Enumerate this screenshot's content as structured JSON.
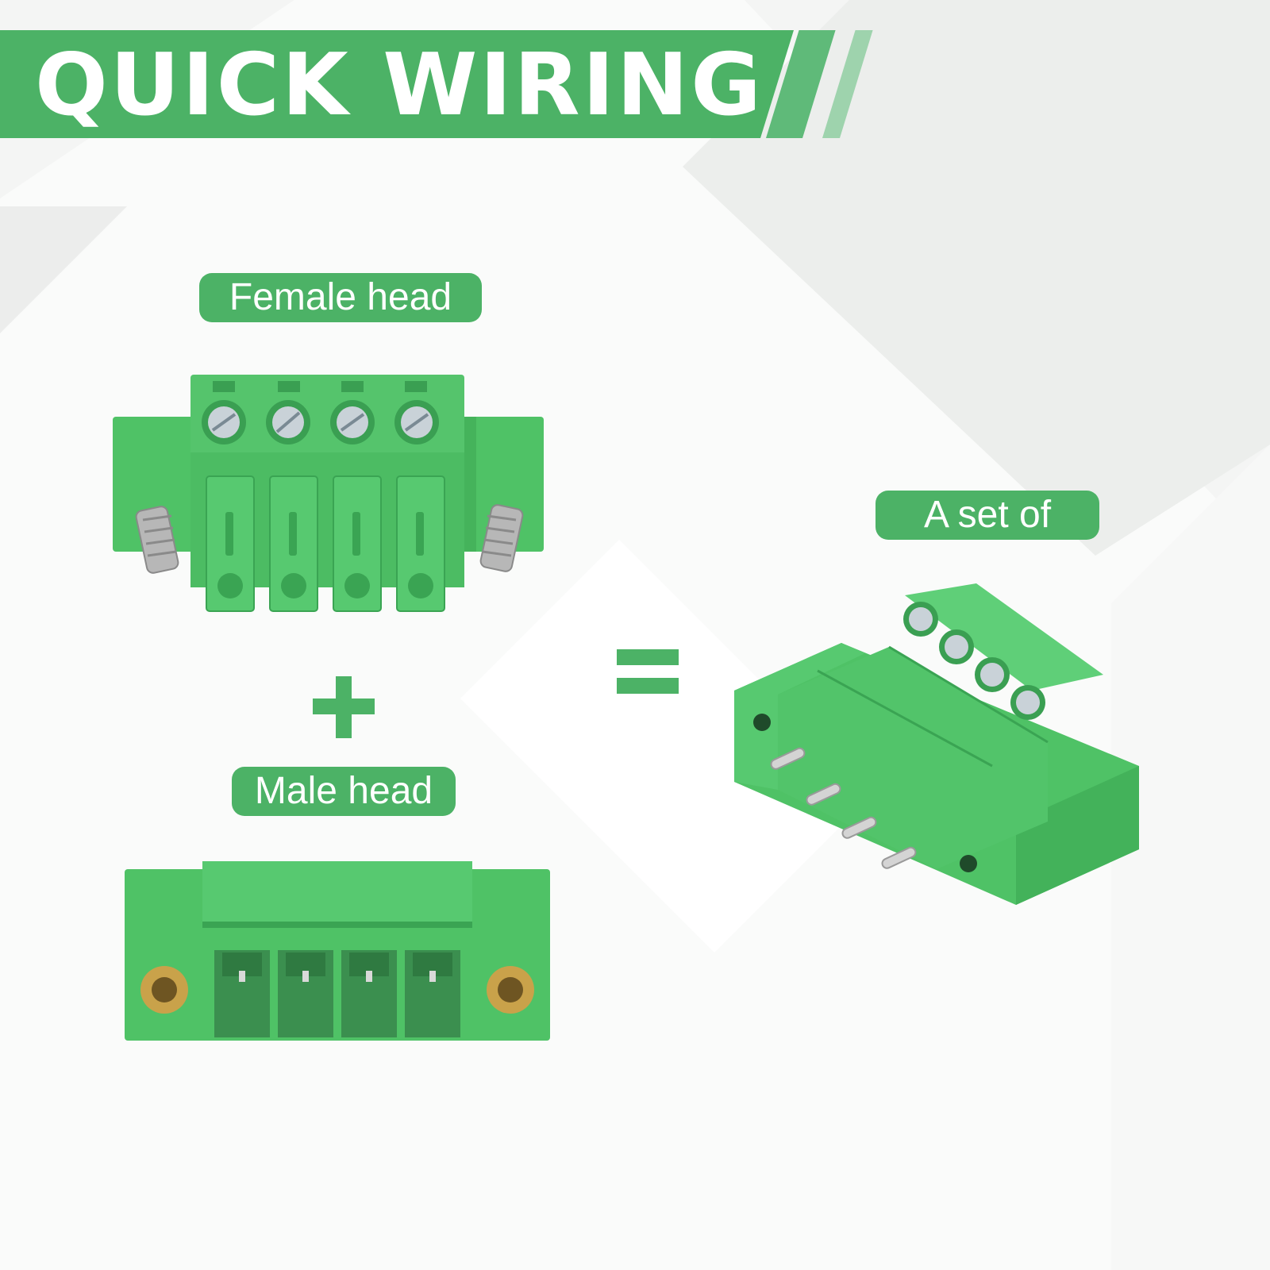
{
  "banner": {
    "title": "QUICK WIRING"
  },
  "labels": {
    "female": "Female head",
    "male": "Male head",
    "set": "A set of"
  },
  "operators": {
    "plus": "plus",
    "equals": "equals"
  },
  "colors": {
    "brand_green": "#4cb266",
    "connector_green": "#4fc266",
    "connector_dark": "#3aa453",
    "background": "#f4f5f4"
  },
  "products": {
    "female": "female-connector-image",
    "male": "male-connector-image",
    "assembled": "assembled-connector-image"
  }
}
